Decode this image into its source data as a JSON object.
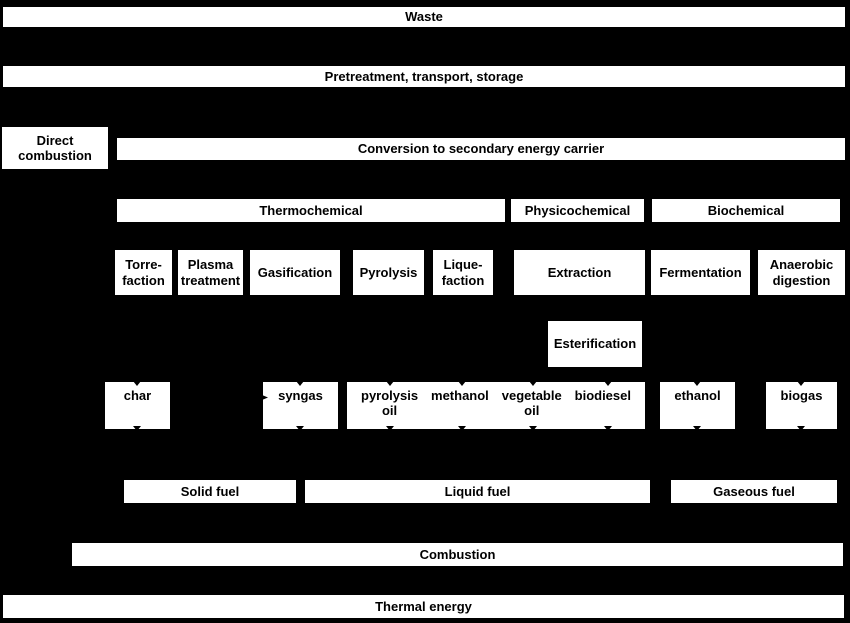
{
  "colors": {
    "background": "#000000",
    "box_fill": "#ffffff",
    "box_text": "#000000"
  },
  "nodes": {
    "waste": "Waste",
    "pretreatment": "Pretreatment, transport, storage",
    "direct_combustion": "Direct\ncombustion",
    "conversion": "Conversion to secondary energy carrier",
    "esterification": "Esterification",
    "combustion": "Combustion",
    "thermal_energy": "Thermal energy"
  },
  "categories": [
    {
      "id": "thermochemical",
      "label": "Thermochemical"
    },
    {
      "id": "physicochemical",
      "label": "Physicochemical"
    },
    {
      "id": "biochemical",
      "label": "Biochemical"
    }
  ],
  "processes": [
    {
      "id": "torrefaction",
      "label": "Torre-\nfaction"
    },
    {
      "id": "plasma-treatment",
      "label": "Plasma\ntreatment"
    },
    {
      "id": "gasification",
      "label": "Gasification"
    },
    {
      "id": "pyrolysis",
      "label": "Pyrolysis"
    },
    {
      "id": "liquefaction",
      "label": "Lique-\nfaction"
    },
    {
      "id": "extraction",
      "label": "Extraction"
    },
    {
      "id": "fermentation",
      "label": "Fermentation"
    },
    {
      "id": "anaerobic-digestion",
      "label": "Anaerobic\ndigestion"
    }
  ],
  "products": [
    {
      "id": "char",
      "label": "char"
    },
    {
      "id": "syngas",
      "label": "syngas"
    },
    {
      "id": "pyrolysis-oil",
      "label": "pyrolysis\noil"
    },
    {
      "id": "methanol",
      "label": "methanol"
    },
    {
      "id": "vegetable-oil",
      "label": "vegetable\noil"
    },
    {
      "id": "biodiesel",
      "label": "biodiesel"
    },
    {
      "id": "ethanol",
      "label": "ethanol"
    },
    {
      "id": "biogas",
      "label": "biogas"
    }
  ],
  "fuels": [
    {
      "id": "solid-fuel",
      "label": "Solid fuel"
    },
    {
      "id": "liquid-fuel",
      "label": "Liquid fuel"
    },
    {
      "id": "gaseous-fuel",
      "label": "Gaseous fuel"
    }
  ]
}
